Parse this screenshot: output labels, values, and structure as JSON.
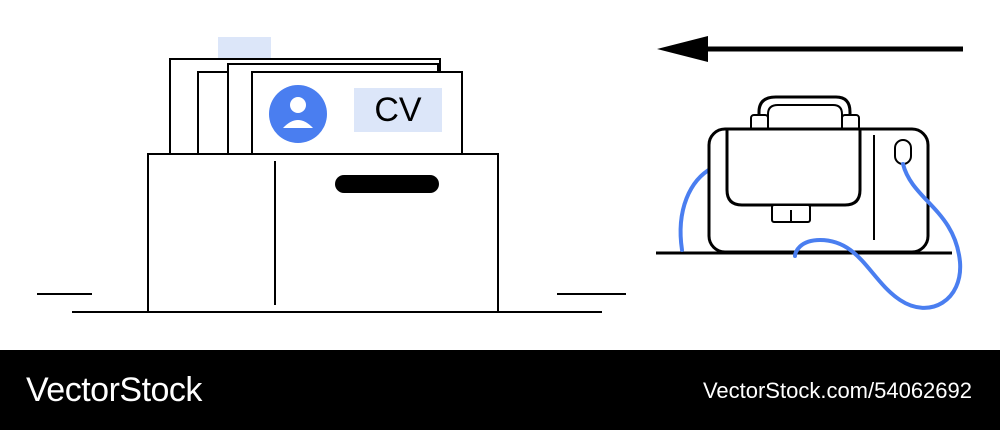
{
  "illustration": {
    "cv_label": "CV",
    "colors": {
      "line": "#000000",
      "accent_blue": "#4a7ef0",
      "light_blue": "#dce6f9",
      "background": "#ffffff"
    },
    "icons": [
      "user-icon",
      "briefcase-icon",
      "arrow-left-icon",
      "file-box-icon"
    ]
  },
  "footer": {
    "brand": "VectorStock",
    "stock_id": "VectorStock.com/54062692",
    "background": "#000000"
  }
}
